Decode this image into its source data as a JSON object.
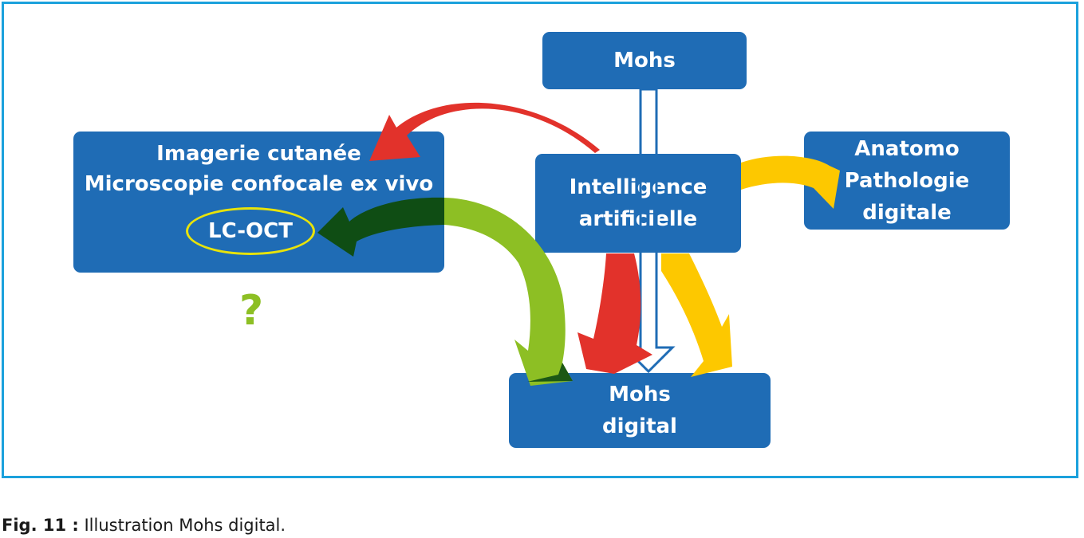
{
  "boxes": {
    "mohs": "Mohs",
    "imagerie_line1": "Imagerie cutanée",
    "imagerie_line2": "Microscopie confocale ex vivo",
    "lcoct": "LC-OCT",
    "ia_line1": "Intelligence",
    "ia_line2": "artificielle",
    "anatomo_line1": "Anatomo",
    "anatomo_line2": "Pathologie",
    "anatomo_line3": "digitale",
    "digital_line1": "Mohs",
    "digital_line2": "digital"
  },
  "question_mark": "?",
  "caption": {
    "label": "Fig. 11 :",
    "text": " Illustration Mohs digital."
  },
  "colors": {
    "box_blue": "#1f6cb5",
    "frame_cyan": "#1ba1dc",
    "arrow_red": "#e2322b",
    "arrow_yellow": "#fdc800",
    "arrow_green": "#8dbf24",
    "arrow_dark_green": "#0f4d14",
    "ellipse_yellow": "#e8e30a"
  }
}
